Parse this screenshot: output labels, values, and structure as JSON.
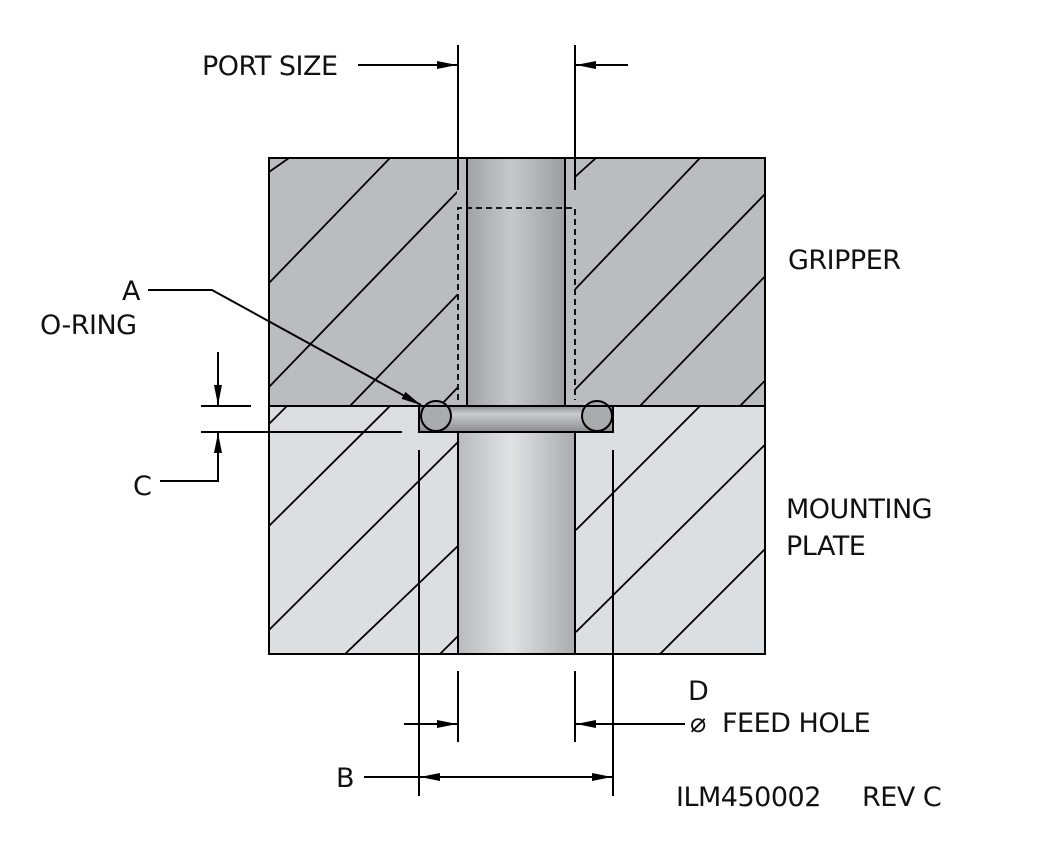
{
  "drawing": {
    "number": "ILM450002",
    "revision": "REV C",
    "parts": {
      "gripper": "GRIPPER",
      "mounting_plate_line1": "MOUNTING",
      "mounting_plate_line2": "PLATE"
    },
    "callouts": {
      "port_size": "PORT SIZE",
      "a_letter": "A",
      "o_ring": "O-RING",
      "c_letter": "C",
      "b_letter": "B",
      "d_letter": "D",
      "diameter_symbol": "⌀",
      "feed_hole": "FEED HOLE"
    },
    "colors": {
      "gripper_fill": "#babdc0",
      "mounting_plate_fill": "#dcdfe1",
      "bore_fill": "#c4c7ca",
      "o_ring_fill": "#a9abad",
      "line": "#000000"
    }
  }
}
